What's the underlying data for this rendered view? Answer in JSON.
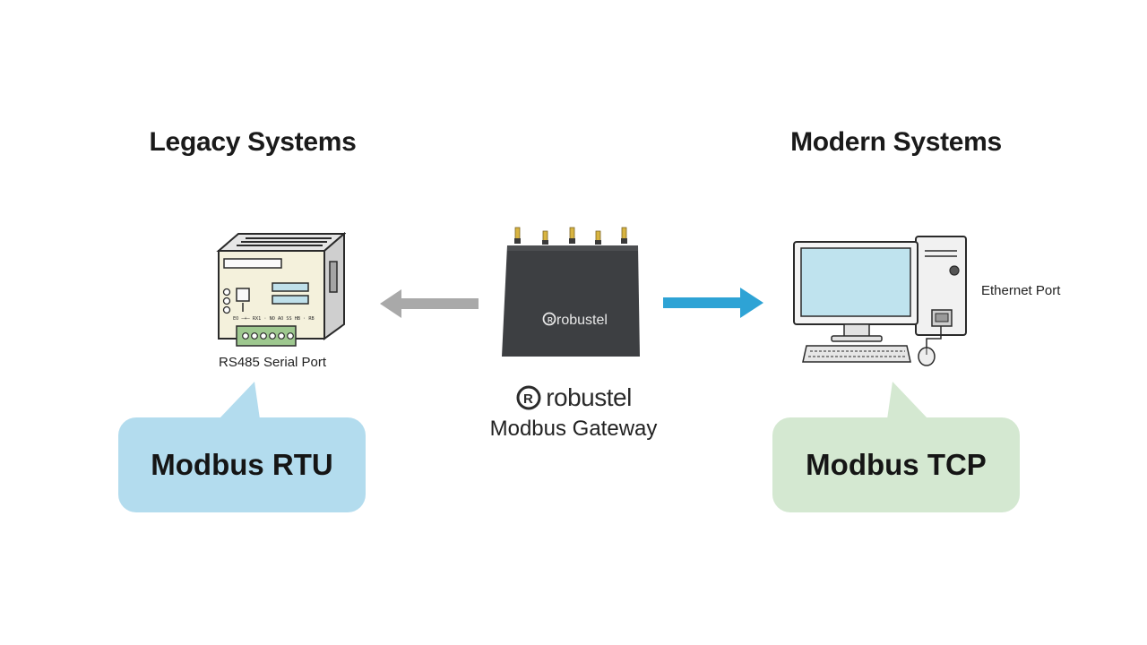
{
  "diagram": {
    "left_heading": "Legacy Systems",
    "right_heading": "Modern Systems",
    "left_device_caption": "RS485 Serial Port",
    "right_device_caption": "Ethernet Port",
    "gateway_device_brand": "robustel",
    "gateway_brand": "robustel",
    "gateway_label": "Modbus Gateway",
    "left_protocol": "Modbus RTU",
    "right_protocol": "Modbus TCP",
    "plc_panel_text": "EO —+— RX1 · NO  AO  SS  HB · RB"
  },
  "colors": {
    "left_bubble": "#b3dcee",
    "right_bubble": "#d4e8d1",
    "arrow_left": "#a9a9a9",
    "arrow_right": "#2ea3d5",
    "gateway_body": "#3d3f42",
    "screen": "#bfe3ee",
    "terminal_block": "#9ec88f"
  },
  "icons": [
    "plc-device-icon",
    "gateway-router-icon",
    "desktop-computer-icon",
    "robustel-logo-icon"
  ]
}
